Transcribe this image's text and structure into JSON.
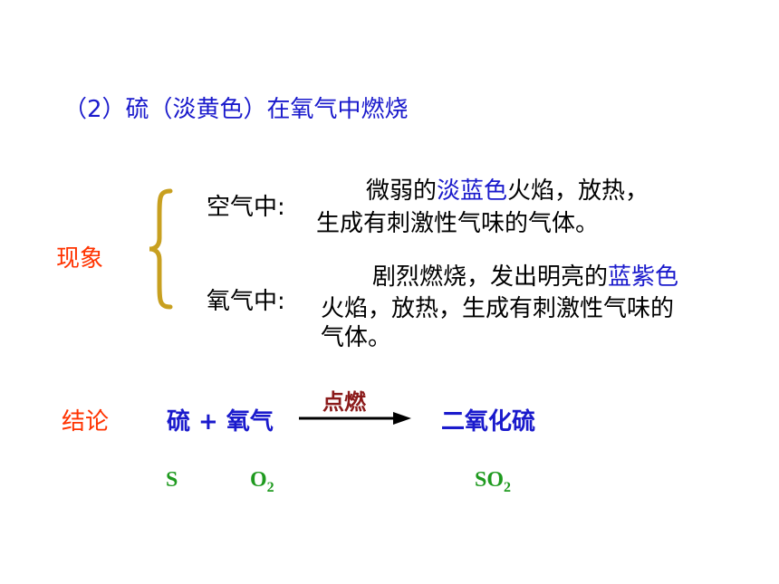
{
  "title": "（2）硫（淡黄色）在氧气中燃烧",
  "phenomenon": {
    "label": "现象",
    "air": {
      "label": "空气中:",
      "line1_pre": "微弱的",
      "line1_hl": "淡蓝色",
      "line1_post": "火焰，放热，",
      "line2": "生成有刺激性气味的气体。"
    },
    "oxygen": {
      "label": "氧气中:",
      "line1_pre": "剧烈燃烧，发出明亮的",
      "line1_hl": "蓝紫色",
      "line2": "火焰，放热，生成有刺激性气味的",
      "line3": "气体。"
    }
  },
  "conclusion": {
    "label": "结论",
    "reactants": "硫 + 氧气",
    "condition": "点燃",
    "product": "二氧化硫",
    "formula_s": "S",
    "formula_o2_base": "O",
    "formula_o2_sub": "2",
    "formula_so2_base": "SO",
    "formula_so2_sub": "2"
  },
  "colors": {
    "blue": "#1a1acc",
    "red": "#ff3300",
    "green": "#1f9a1f",
    "gold": "#c8a020",
    "darkred": "#8b1a1a"
  }
}
